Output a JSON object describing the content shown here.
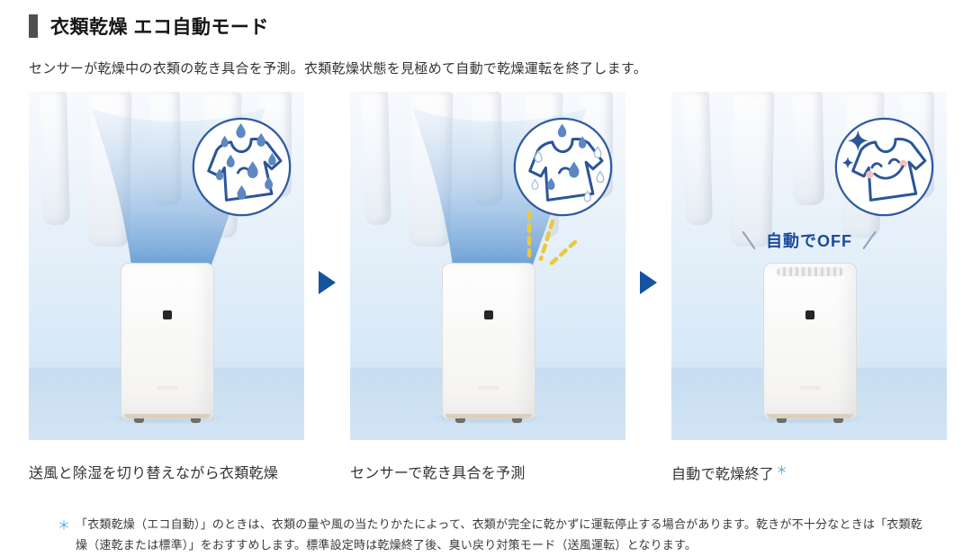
{
  "header": {
    "title": "衣類乾燥 エコ自動モード"
  },
  "intro": {
    "text": "センサーが乾燥中の衣類の乾き具合を予測。衣類乾燥状態を見極めて自動で乾燥運転を終了します。"
  },
  "steps": [
    {
      "caption": "送風と除湿を切り替えながら衣類乾燥",
      "badge_icon": "wet-shirt-icon"
    },
    {
      "caption": "センサーで乾き具合を予測",
      "badge_icon": "drying-shirt-icon"
    },
    {
      "caption": "自動で乾燥終了",
      "caption_marker": "＊",
      "auto_off_label": "自動でOFF",
      "badge_icon": "dry-happy-shirt-icon"
    }
  ],
  "footnote": {
    "marker": "＊",
    "text": "「衣類乾燥（エコ自動）」のときは、衣類の量や風の当たりかたによって、衣類が完全に乾かずに運転停止する場合があります。乾きが不十分なときは「衣類乾燥（速乾または標準）」をおすすめします。標準設定時は乾燥終了後、臭い戻り対策モード（送風運転）となります。"
  },
  "colors": {
    "accent_arrow_blue": "#16539e",
    "badge_outline_blue": "#2b5598",
    "drop_blue": "#5d87c3",
    "sensor_ray_yellow": "#e9c93f",
    "off_label_blue": "#1b4a9b",
    "note_marker_blue": "#55a9dd",
    "panel_floor_blue": "#cde1f4"
  }
}
